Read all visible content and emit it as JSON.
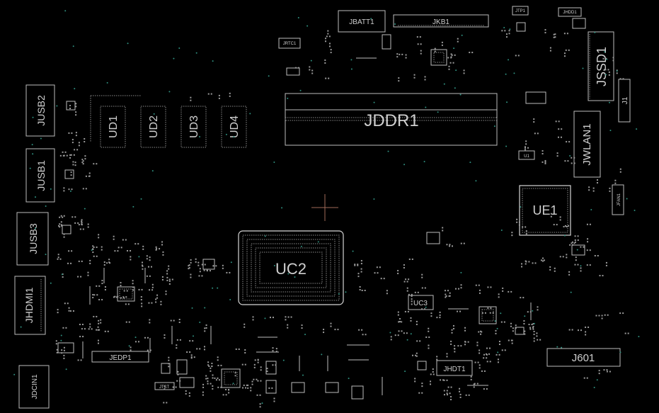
{
  "labels": {
    "jbatt1": "JBATT1",
    "jkb1": "JKB1",
    "jtp1": "JTP1",
    "jhdd1": "JHDD1",
    "jrtc1": "JRTC1",
    "jssd1": "JSSD1",
    "j1": "J1",
    "jusb2": "JUSB2",
    "jusb1": "JUSB1",
    "jusb3": "JUSB3",
    "jhdmi1": "JHDMI1",
    "jdcin1": "JDCIN1",
    "ud1": "UD1",
    "ud2": "UD2",
    "ud3": "UD3",
    "ud4": "UD4",
    "jddr1": "JDDR1",
    "jwlan1": "JWLAN1",
    "ue1": "UE1",
    "u1": "U1",
    "jfan1": "JFAN1",
    "uc2": "UC2",
    "uc3": "UC3",
    "jedp1": "JEDP1",
    "jtst": "JTST",
    "jhdt1": "JHDT1",
    "j601": "J601"
  }
}
